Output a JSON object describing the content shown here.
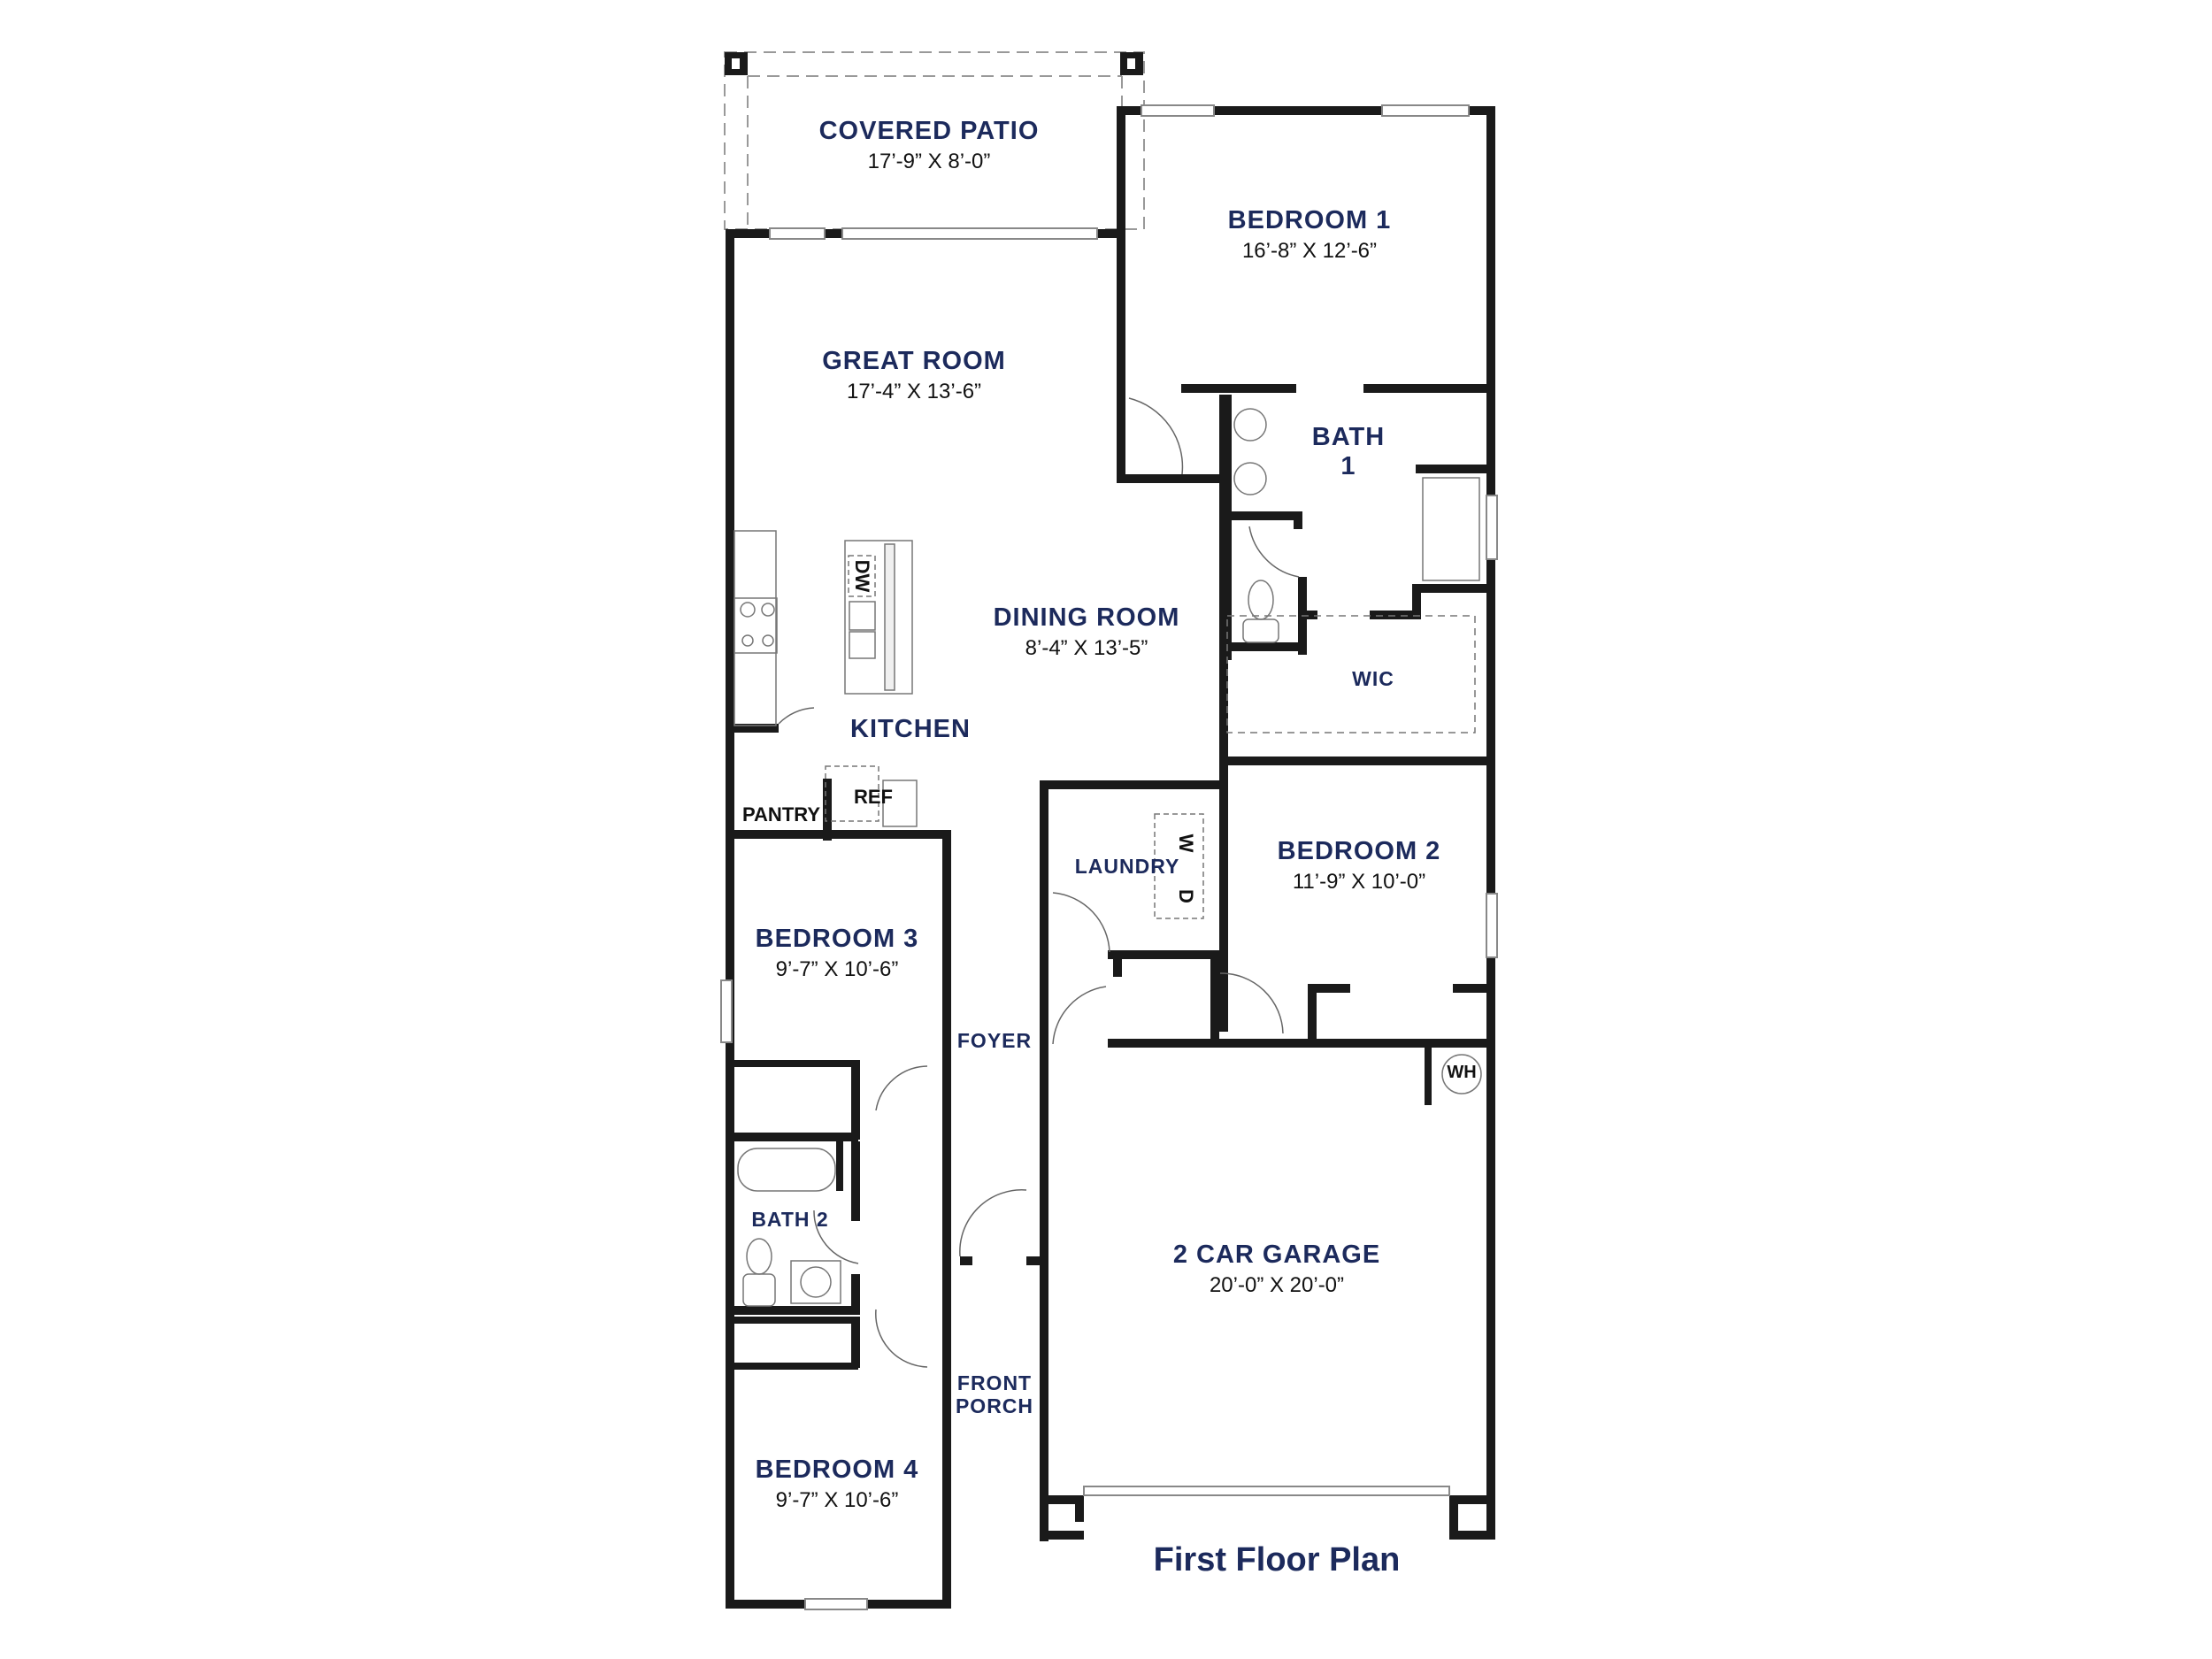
{
  "title": "First Floor Plan",
  "colors": {
    "label": "#1c2a5c",
    "wall": "#1a1a1a",
    "dimension": "#111111",
    "background": "#ffffff"
  },
  "rooms": {
    "covered_patio": {
      "name": "COVERED PATIO",
      "dim": "17’-9” X 8’-0”"
    },
    "bedroom1": {
      "name": "BEDROOM 1",
      "dim": "16’-8” X 12’-6”"
    },
    "great_room": {
      "name": "GREAT ROOM",
      "dim": "17’-4” X 13’-6”"
    },
    "bath1": {
      "name": "BATH",
      "name2": "1"
    },
    "dining_room": {
      "name": "DINING ROOM",
      "dim": "8’-4” X 13’-5”"
    },
    "wic": {
      "name": "WIC"
    },
    "kitchen": {
      "name": "KITCHEN"
    },
    "pantry": {
      "name": "PANTRY"
    },
    "laundry": {
      "name": "LAUNDRY"
    },
    "bedroom2": {
      "name": "BEDROOM 2",
      "dim": "11’-9” X 10’-0”"
    },
    "bedroom3": {
      "name": "BEDROOM 3",
      "dim": "9’-7” X 10’-6”"
    },
    "foyer": {
      "name": "FOYER"
    },
    "bath2": {
      "name": "BATH 2"
    },
    "garage": {
      "name": "2 CAR GARAGE",
      "dim": "20’-0” X 20’-0”"
    },
    "front_porch": {
      "name": "FRONT",
      "name2": "PORCH"
    },
    "bedroom4": {
      "name": "BEDROOM 4",
      "dim": "9’-7” X 10’-6”"
    }
  },
  "fixtures": {
    "dishwasher": "DW",
    "refrigerator": "REF",
    "washer": "W",
    "dryer": "D",
    "water_heater": "WH"
  }
}
